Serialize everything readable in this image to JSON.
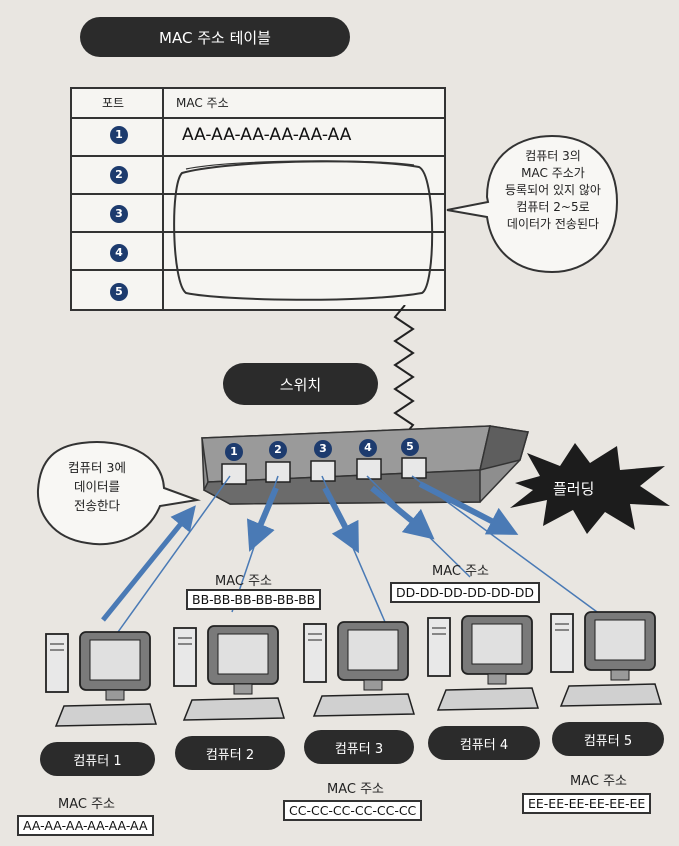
{
  "title": "MAC 주소 테이블",
  "table": {
    "col_port": "포트",
    "col_mac": "MAC 주소",
    "rows": [
      {
        "port": "1",
        "mac": "AA-AA-AA-AA-AA-AA"
      },
      {
        "port": "2",
        "mac": ""
      },
      {
        "port": "3",
        "mac": ""
      },
      {
        "port": "4",
        "mac": ""
      },
      {
        "port": "5",
        "mac": ""
      }
    ]
  },
  "bubble_right": [
    "컴퓨터 3의",
    "MAC 주소가",
    "등록되어 있지 않아",
    "컴퓨터 2~5로",
    "데이터가 전송된다"
  ],
  "switch_label": "스위치",
  "switch_ports": [
    "1",
    "2",
    "3",
    "4",
    "5"
  ],
  "flooding_label": "플러딩",
  "bubble_left": [
    "컴퓨터 3에",
    "데이터를",
    "전송한다"
  ],
  "mac_caption": "MAC 주소",
  "computers": [
    {
      "name": "컴퓨터 1",
      "mac": "AA-AA-AA-AA-AA-AA"
    },
    {
      "name": "컴퓨터 2",
      "mac": "BB-BB-BB-BB-BB-BB"
    },
    {
      "name": "컴퓨터 3",
      "mac": "CC-CC-CC-CC-CC-CC"
    },
    {
      "name": "컴퓨터 4",
      "mac": "DD-DD-DD-DD-DD-DD"
    },
    {
      "name": "컴퓨터 5",
      "mac": "EE-EE-EE-EE-EE-EE"
    }
  ],
  "colors": {
    "arrow": "#4a7ab5",
    "badge": "#1d3b6e",
    "pill": "#2b2b2b"
  }
}
